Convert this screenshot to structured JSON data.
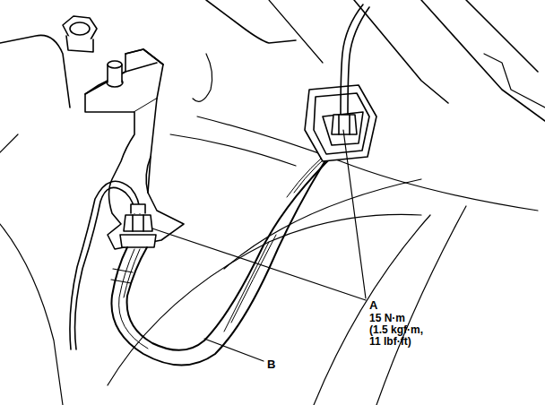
{
  "diagram": {
    "labels": [
      "A",
      "15 N·m (1.5 kgf·m, 11 lbf·ft)",
      "B"
    ]
  }
}
